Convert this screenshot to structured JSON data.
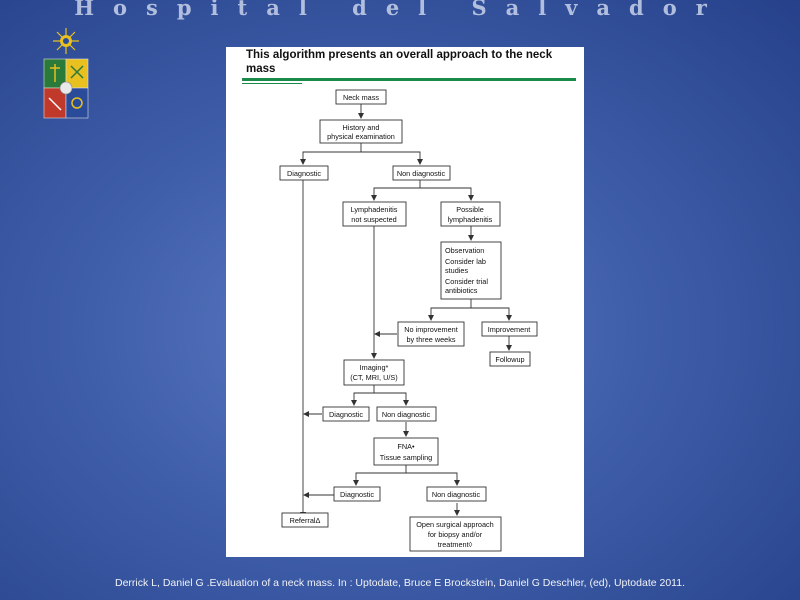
{
  "header": {
    "title": "Hospital del Salvador"
  },
  "logo": {
    "icon": "university-shield-icon",
    "colors": [
      "#e8c020",
      "#2a7a3a",
      "#c0392b",
      "#2a4a9a"
    ]
  },
  "panel": {
    "title": "This algorithm presents an overall approach to the neck mass",
    "accent_color": "#1a8a4a"
  },
  "flowchart": {
    "neck_mass": "Neck mass",
    "history": [
      "History and",
      "physical examination"
    ],
    "diagnostic_top": "Diagnostic",
    "non_diagnostic_top": "Non diagnostic",
    "lymph_not_suspected": [
      "Lymphadenitis",
      "not suspected"
    ],
    "possible_lymph": [
      "Possible",
      "lymphadenitis"
    ],
    "observation": [
      "Observation",
      "Consider lab",
      "studies",
      "Consider trial",
      "antibiotics"
    ],
    "no_improvement": [
      "No improvement",
      "by three weeks"
    ],
    "improvement": "Improvement",
    "followup": "Followup",
    "imaging": [
      "Imaging*",
      "(CT, MRI, U/S)"
    ],
    "diagnostic_mid": "Diagnostic",
    "non_diagnostic_mid": "Non diagnostic",
    "fna": [
      "FNA•",
      "Tissue sampling"
    ],
    "diagnostic_low": "Diagnostic",
    "non_diagnostic_low": "Non diagnostic",
    "referral": "ReferralΔ",
    "surgical": [
      "Open surgical approach",
      "for biopsy and/or",
      "treatment◊"
    ]
  },
  "footer": {
    "citation": "Derrick L, Daniel G .Evaluation of a neck mass. In : Uptodate, Bruce E Brockstein, Daniel G Deschler, (ed), Uptodate 2011."
  }
}
